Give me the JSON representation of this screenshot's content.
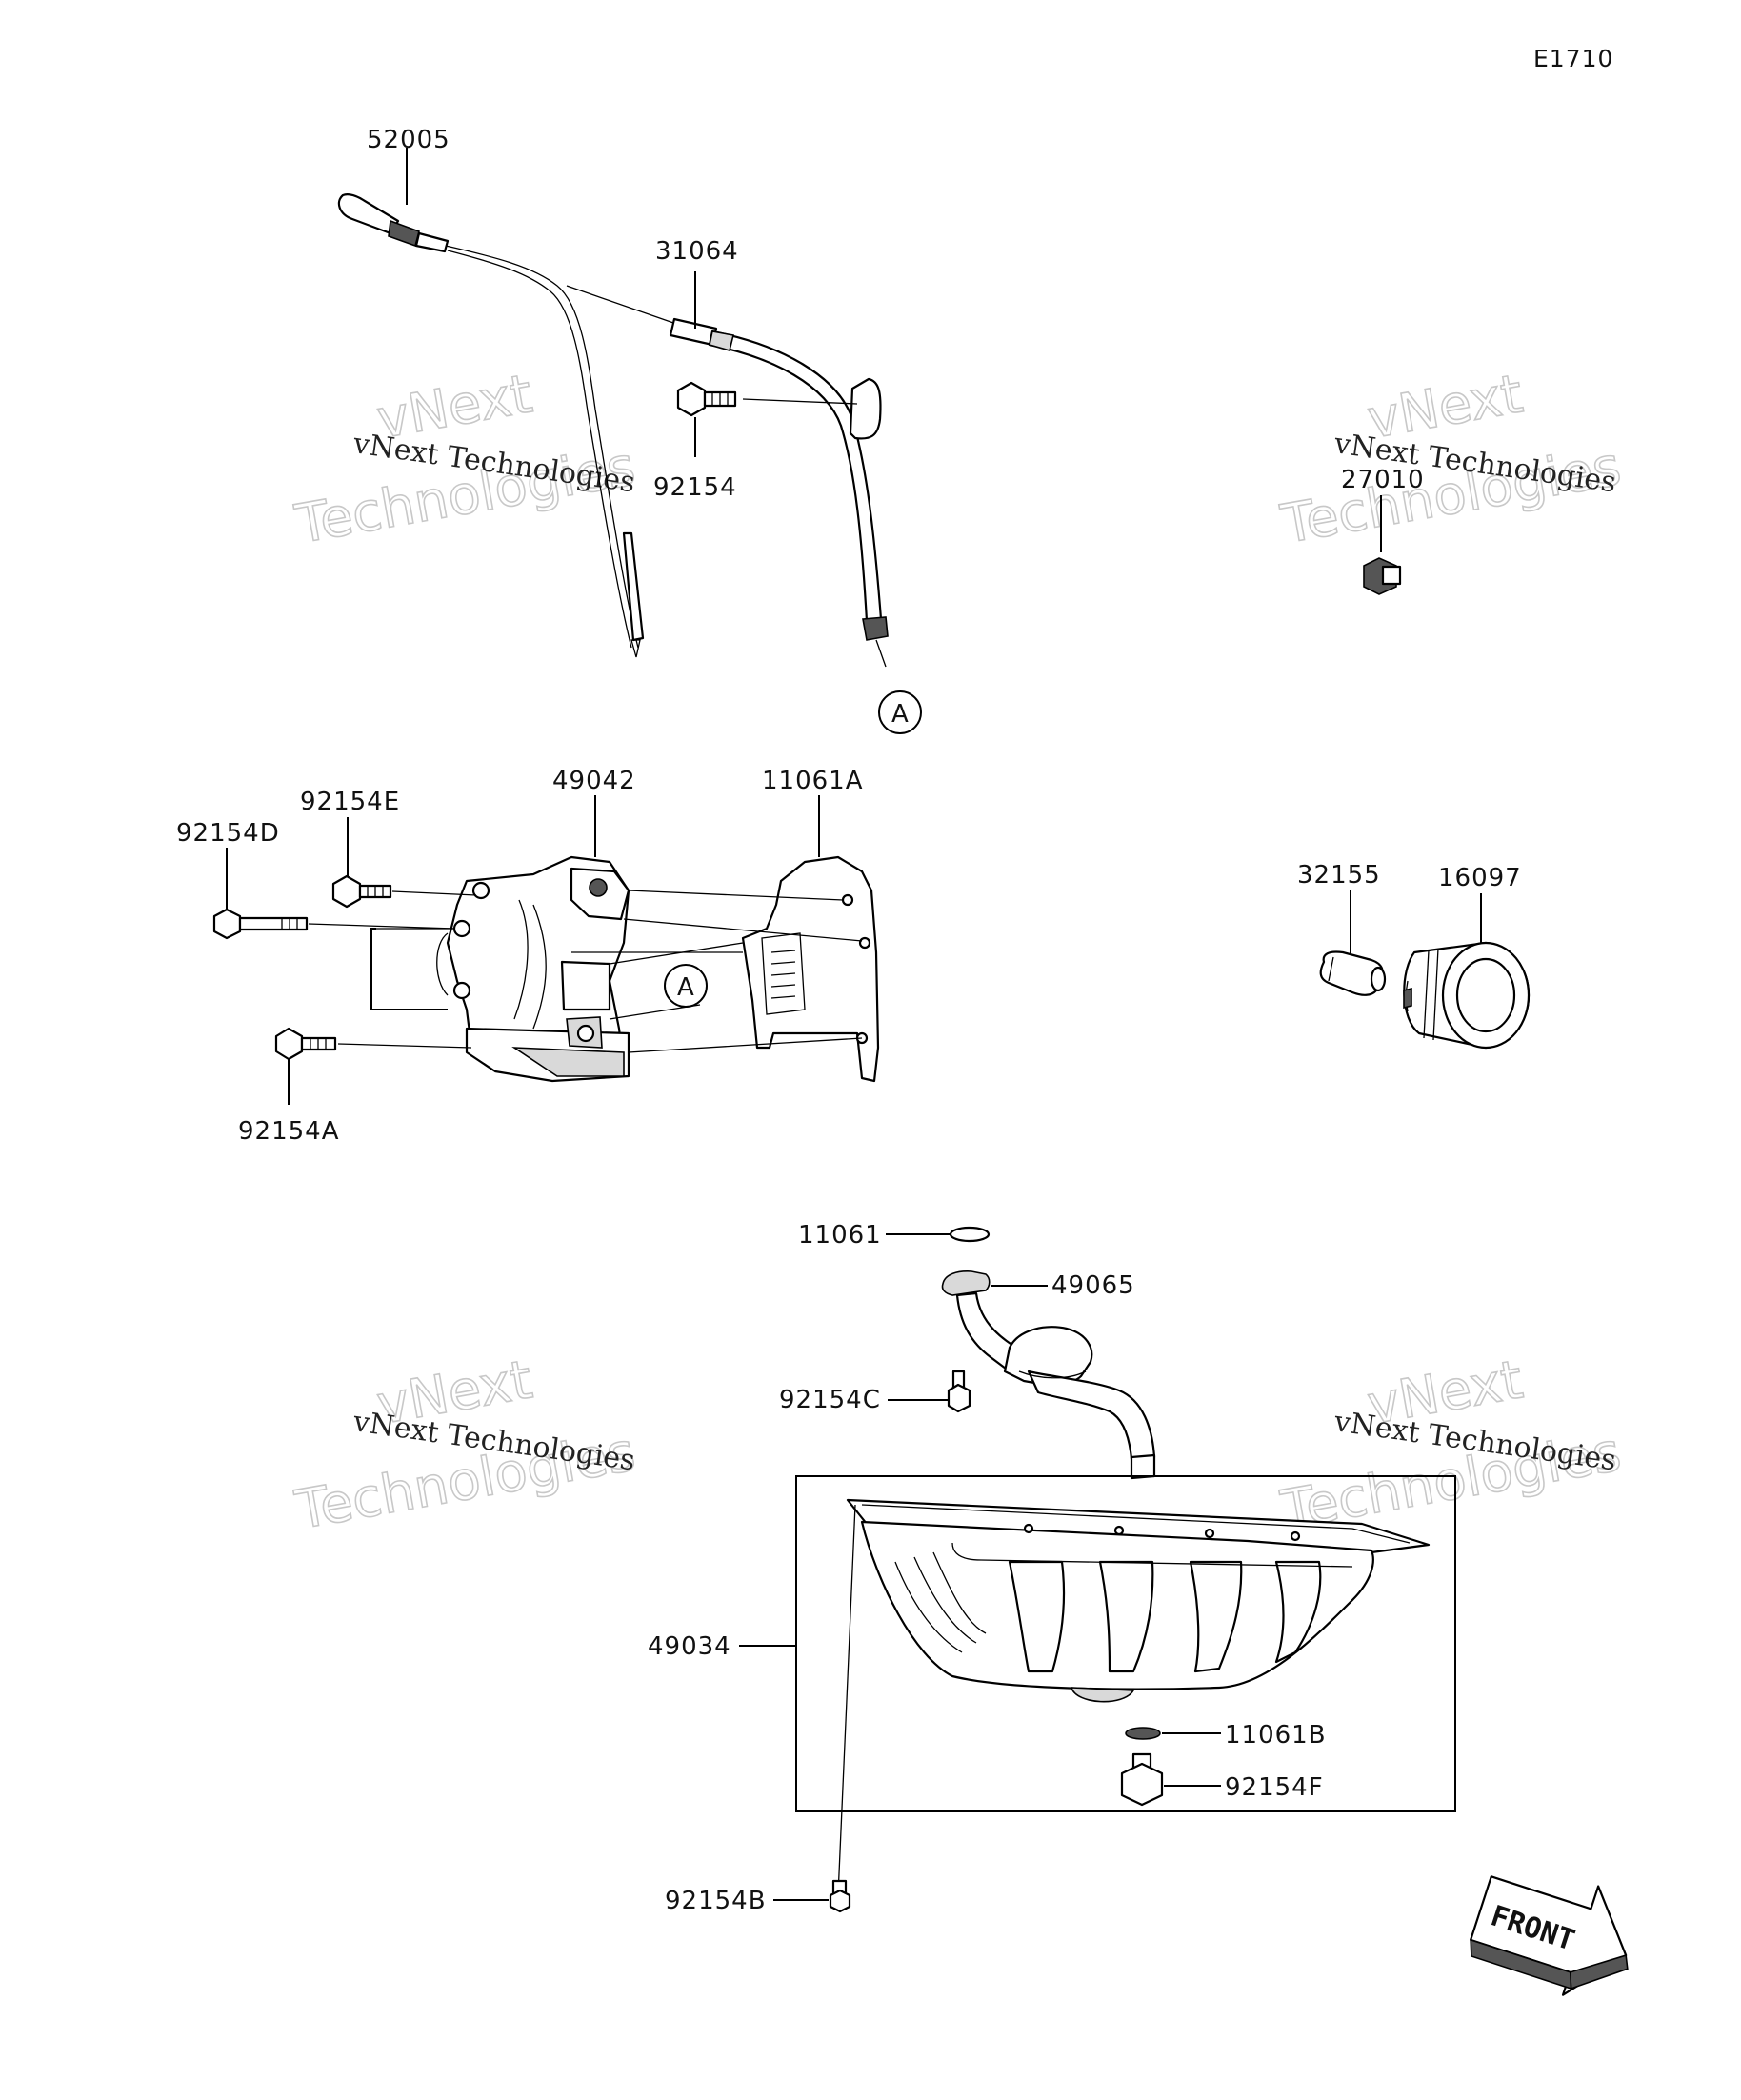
{
  "diagram_code": "E1710",
  "parts": {
    "dipstick": "52005",
    "dipstick_tube": "31064",
    "tube_bolt": "92154",
    "plug": "27010",
    "oil_pump": "49042",
    "pump_gasket": "11061A",
    "bolt_e": "92154E",
    "bolt_d": "92154D",
    "bolt_a": "92154A",
    "pipe": "32155",
    "oil_filter": "16097",
    "gasket_top": "11061",
    "strainer": "49065",
    "bolt_c": "92154C",
    "oil_pan": "49034",
    "washer_b": "11061B",
    "drain_bolt": "92154F",
    "bolt_b": "92154B"
  },
  "reference_mark": "A",
  "front_label": "FRONT",
  "watermark": {
    "line1": "vNext Technologies",
    "line2": "vNext",
    "line3": "Technologies"
  }
}
